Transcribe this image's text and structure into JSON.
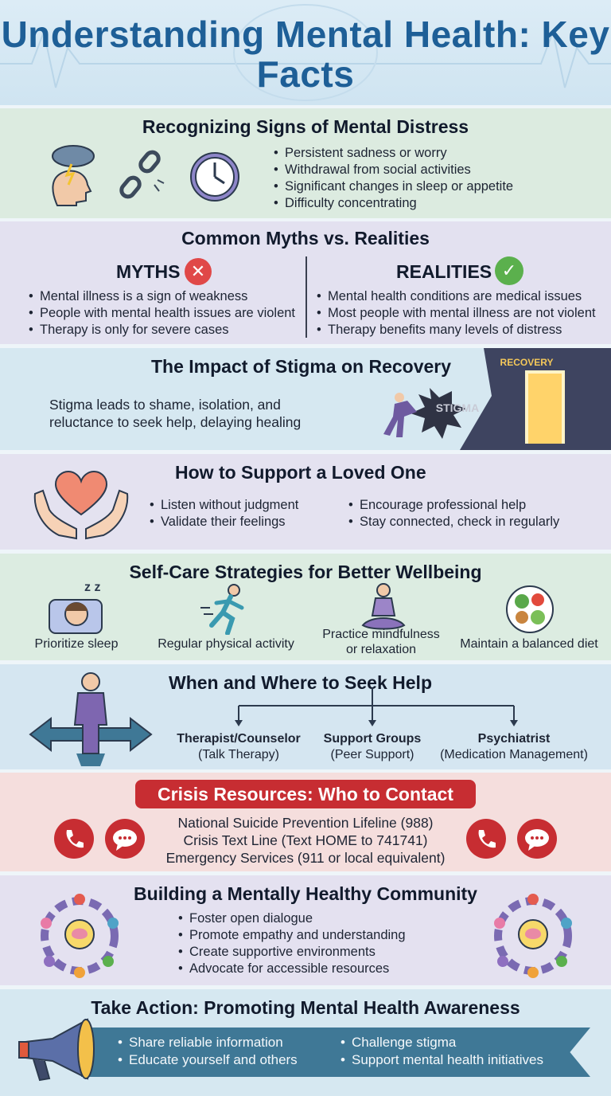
{
  "header": {
    "title": "Understanding Mental Health: Key Facts"
  },
  "signs": {
    "heading": "Recognizing Signs of Mental Distress",
    "items": [
      "Persistent sadness or worry",
      "Withdrawal from social activities",
      "Significant changes in sleep or appetite",
      "Difficulty concentrating"
    ]
  },
  "myths": {
    "heading": "Common Myths vs. Realities",
    "myths_label": "MYTHS",
    "realities_label": "REALITIES",
    "myths_items": [
      "Mental illness is a sign of weakness",
      "People with mental health issues are violent",
      "Therapy is only for severe cases"
    ],
    "realities_items": [
      "Mental health conditions are medical issues",
      "Most people with mental illness are not violent",
      "Therapy benefits many levels of distress"
    ]
  },
  "stigma": {
    "heading": "The Impact of Stigma on Recovery",
    "line1": "Stigma leads to shame, isolation, and",
    "line2": "reluctance to seek help, delaying healing",
    "stigma_label": "STIGMA",
    "recovery_label": "RECOVERY"
  },
  "support": {
    "heading": "How to Support a Loved One",
    "left_items": [
      "Listen without judgment",
      "Validate their feelings"
    ],
    "right_items": [
      "Encourage professional help",
      "Stay connected, check in regularly"
    ]
  },
  "selfcare": {
    "heading": "Self-Care Strategies for Better Wellbeing",
    "zzz": "z z",
    "items": [
      "Prioritize sleep",
      "Regular physical activity",
      "Practice mindfulness",
      "or relaxation",
      "Maintain a balanced diet"
    ]
  },
  "help": {
    "heading": "When and Where to Seek Help",
    "options": [
      {
        "title": "Therapist/Counselor",
        "sub": "(Talk Therapy)"
      },
      {
        "title": "Support Groups",
        "sub": "(Peer Support)"
      },
      {
        "title": "Psychiatrist",
        "sub": "(Medication Management)"
      }
    ]
  },
  "crisis": {
    "heading": "Crisis Resources: Who to Contact",
    "lines": [
      "National Suicide Prevention Lifeline (988)",
      "Crisis Text Line (Text HOME to 741741)",
      "Emergency Services (911 or local equivalent)"
    ]
  },
  "community": {
    "heading": "Building a Mentally Healthy Community",
    "items": [
      "Foster open dialogue",
      "Promote empathy and understanding",
      "Create supportive environments",
      "Advocate for accessible resources"
    ]
  },
  "action": {
    "heading": "Take Action: Promoting Mental Health Awareness",
    "left_items": [
      "Share reliable information",
      "Educate yourself and others"
    ],
    "right_items": [
      "Challenge stigma",
      "Support mental health initiatives"
    ]
  },
  "colors": {
    "title_blue": "#1e5f97",
    "crisis_red": "#c72d32",
    "banner_teal": "#3f7896",
    "check_green": "#5bb04d"
  }
}
